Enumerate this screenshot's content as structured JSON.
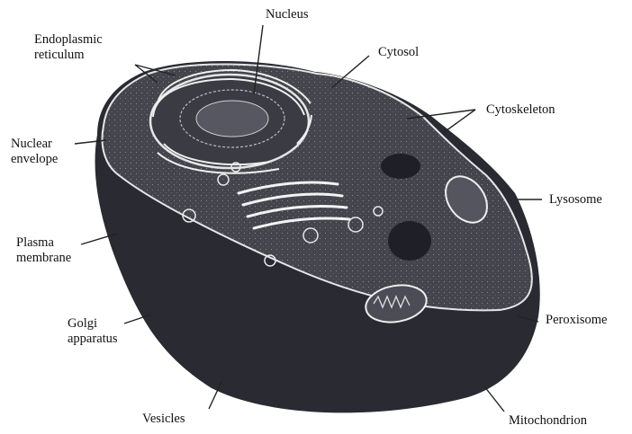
{
  "labels": {
    "nucleus": "Nucleus",
    "endoplasmic_reticulum": [
      "Endoplasmic",
      "reticulum"
    ],
    "cytosol": "Cytosol",
    "cytoskeleton": "Cytoskeleton",
    "nuclear_envelope": [
      "Nuclear",
      "envelope"
    ],
    "lysosome": "Lysosome",
    "plasma_membrane": [
      "Plasma",
      "membrane"
    ],
    "golgi_apparatus": [
      "Golgi",
      "apparatus"
    ],
    "peroxisome": "Peroxisome",
    "vesicles": "Vesicles",
    "mitochondrion": "Mitochondrion"
  },
  "colors": {
    "cell_dark": "#2a2a33",
    "cell_top": "#46464f",
    "membrane_light": "#e6e6e6",
    "leader_line": "#222222",
    "text": "#111111"
  }
}
